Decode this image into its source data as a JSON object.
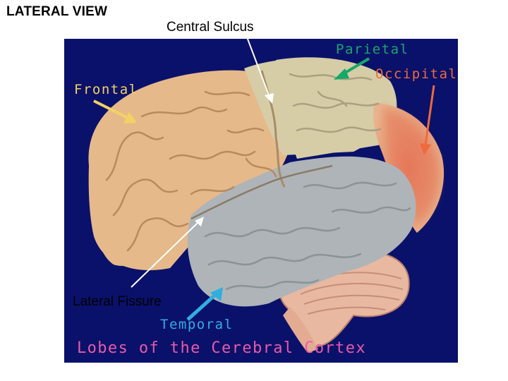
{
  "heading": "LATERAL VIEW",
  "labels": {
    "central_sulcus": "Central Sulcus",
    "lateral_fissure": "Lateral Fissure"
  },
  "figure": {
    "lobes": {
      "parietal": "Parietal",
      "occipital": "Occipital",
      "frontal": "Frontal",
      "temporal": "Temporal"
    },
    "caption": "Lobes of the Cerebral Cortex"
  },
  "colors": {
    "background": "#0a116a",
    "frontal": "#e6b98a",
    "parietal": "#d4cca6",
    "occipital": "#e58a6a",
    "temporal": "#aeb4b8",
    "cerebellum": "#e9b8a0",
    "label_parietal": "#16a86a",
    "label_occipital": "#ef6a3c",
    "label_frontal": "#f3d264",
    "label_temporal": "#30aee0",
    "caption": "#e85aa8"
  }
}
